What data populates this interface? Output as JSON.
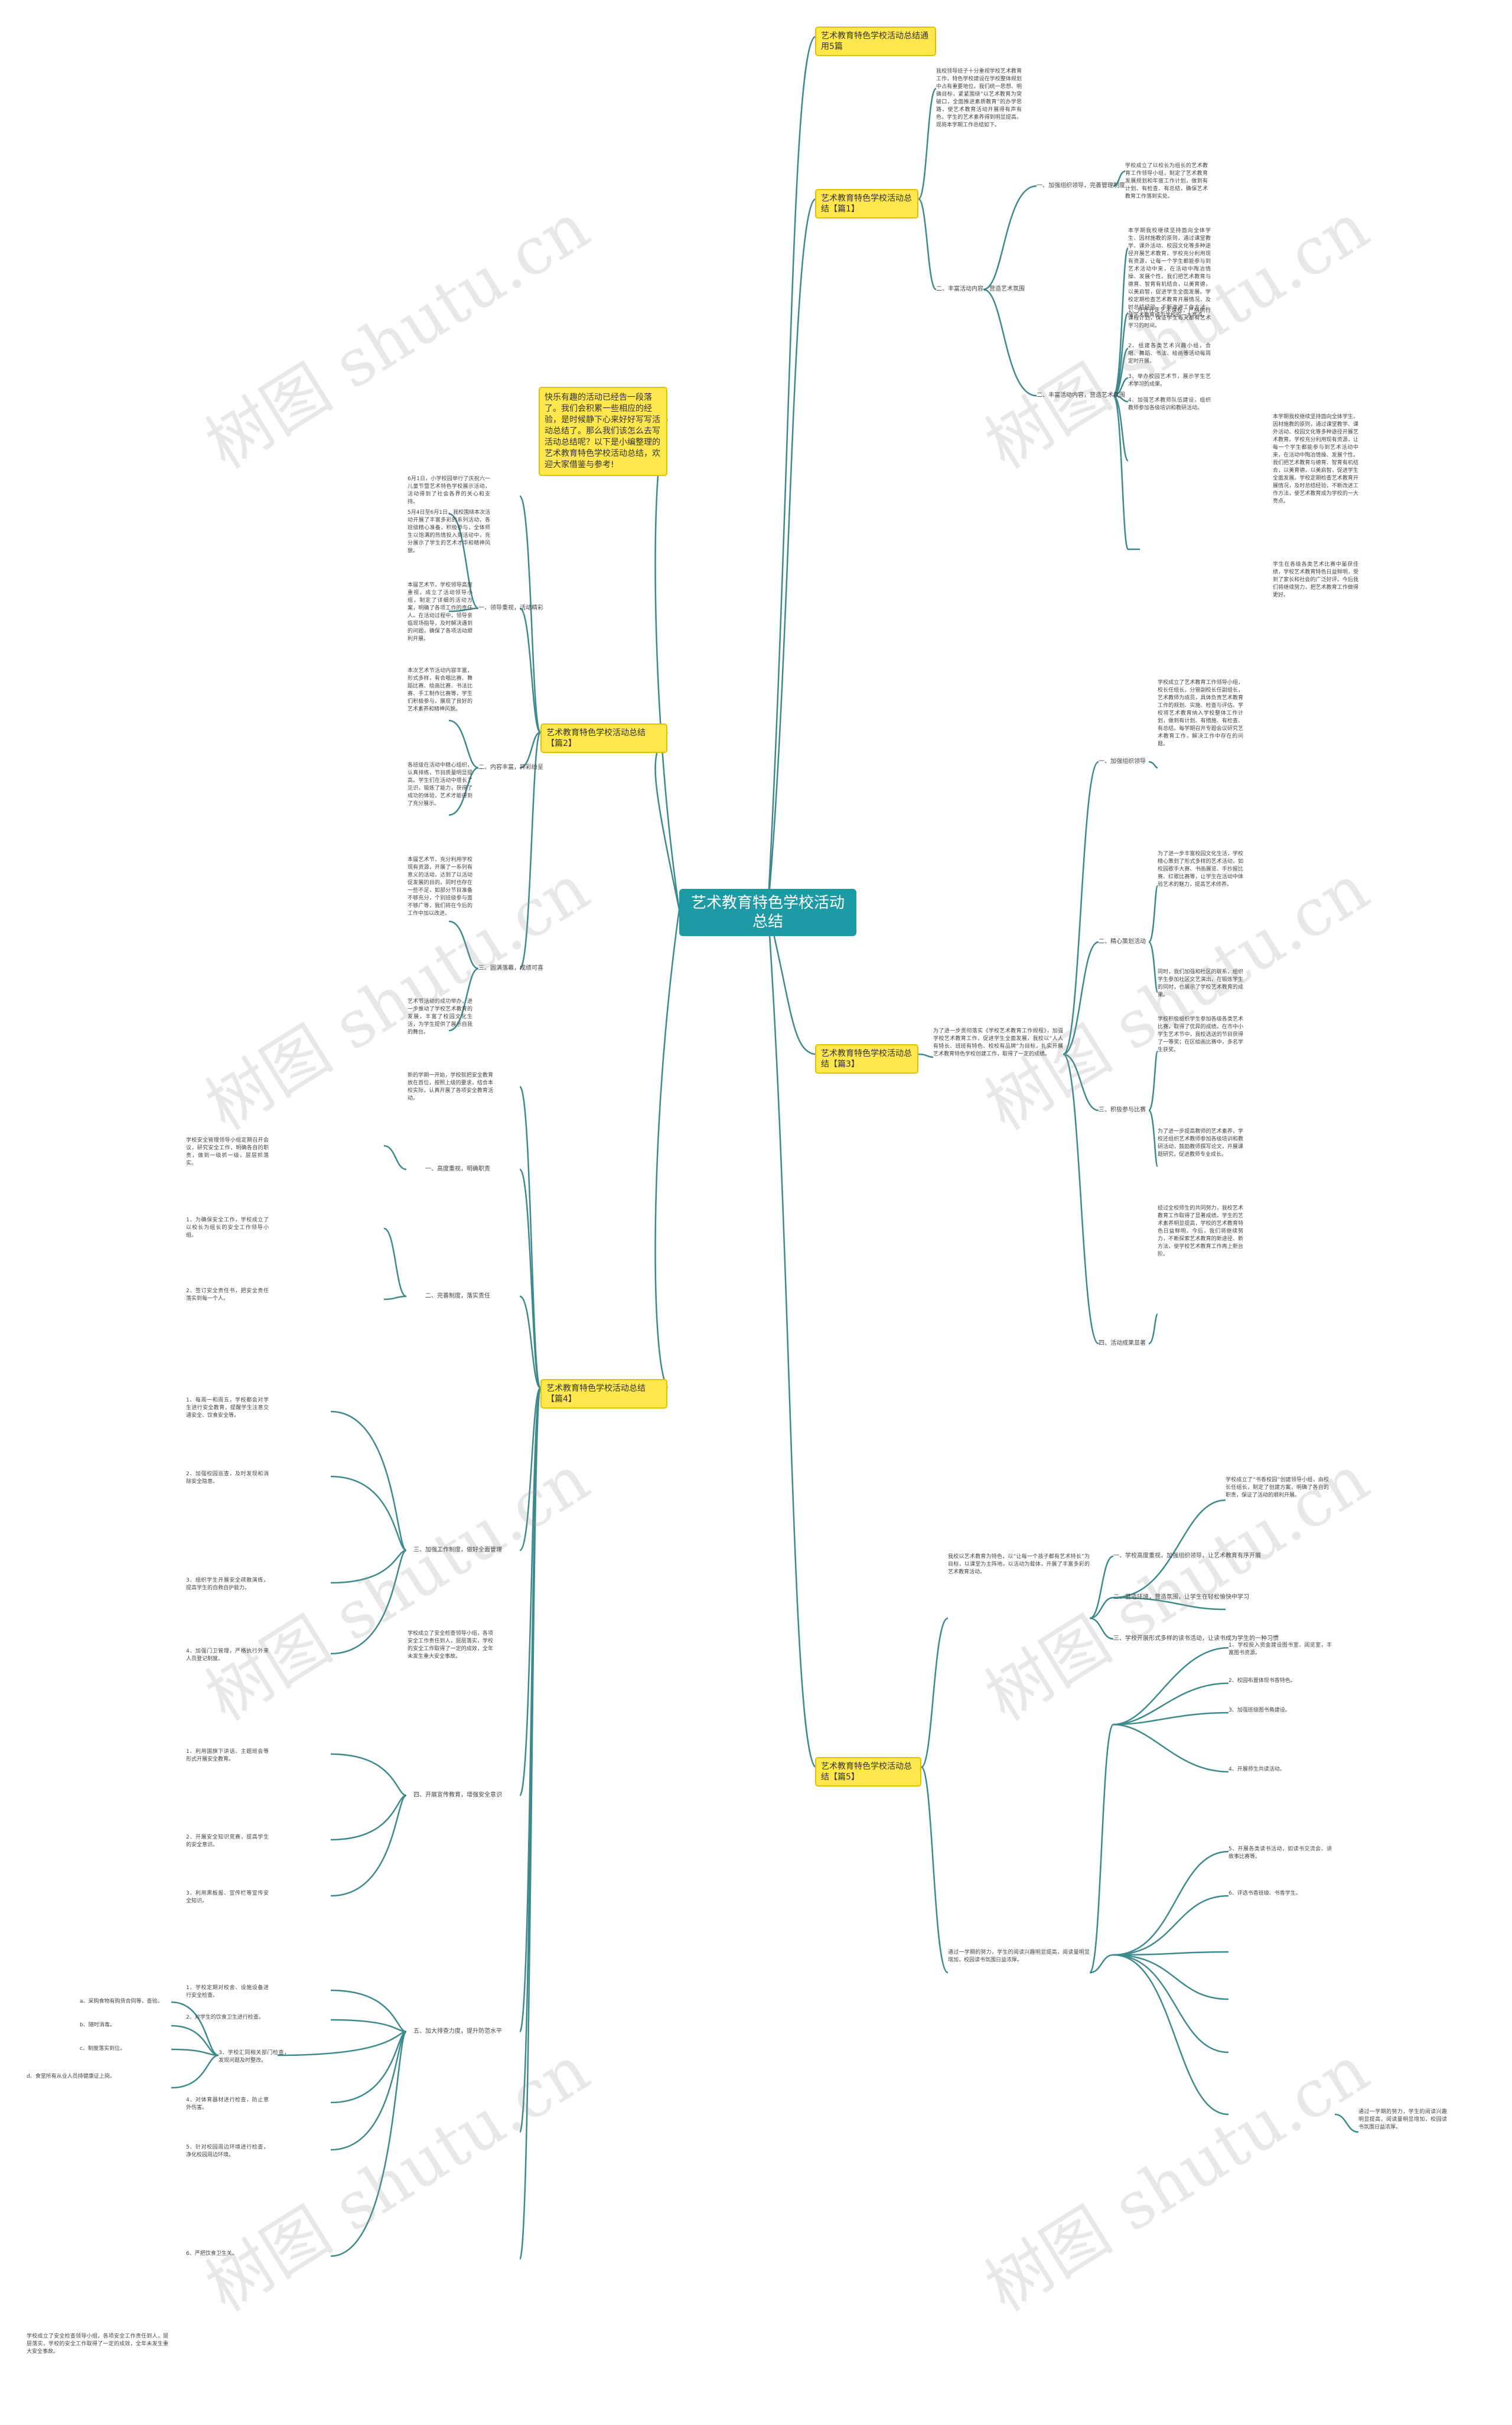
{
  "center": "艺术教育特色学校活动总结",
  "intro": "快乐有趣的活动已经告一段落了。我们会积累一些相应的经验，是时候静下心来好好写写活动总结了。那么我们该怎么去写活动总结呢？以下是小编整理的艺术教育特色学校活动总结，欢迎大家借鉴与参考!",
  "watermark": "树图 shutu.cn",
  "b1": {
    "topic": "艺术教育特色学校活动总结通用5篇"
  },
  "b2": {
    "topic": "艺术教育特色学校活动总结【篇1】",
    "intro": "我校领导班子十分重视学校艺术教育工作，特色学校建设在学校整体规划中占有重要地位。我们统一思想、明确目标，紧紧围绕“以艺术教育为突破口，全面推进素质教育”的办学思路，使艺术教育活动开展得有声有色，学生的艺术素养得到明显提高。现将本学期工作总结如下。",
    "sec1": "一、加强组织领导，完善管理制度",
    "sec1_text": "学校成立了以校长为组长的艺术教育工作领导小组，制定了艺术教育发展规划和年度工作计划，做到有计划、有检查、有总结，确保艺术教育工作落到实处。",
    "sec2": "二、丰富活动内容，营造艺术氛围",
    "items": [
      "1、开齐开足艺术课程，严格执行课程计划，保证学生每天都有艺术学习的时间。",
      "2、组建各类艺术兴趣小组，合唱、舞蹈、书法、绘画等活动每周定时开展。",
      "3、举办校园艺术节，展示学生艺术学习的成果。",
      "4、加强艺术教师队伍建设，组织教师参加各级培训和教研活动。"
    ],
    "long": "本学期我校继续坚持面向全体学生、因材施教的原则，通过课堂教学、课外活动、校园文化等多种途径开展艺术教育。学校充分利用现有资源，让每一个学生都能参与到艺术活动中来，在活动中陶冶情操、发展个性。我们把艺术教育与德育、智育有机结合，以美育德，以美启智，促进学生全面发展。学校定期检查艺术教育开展情况，及时总结经验，不断改进工作方法，使艺术教育成为学校的一大亮点。",
    "long2": "学生在各级各类艺术比赛中屡获佳绩，学校艺术教育特色日益鲜明，受到了家长和社会的广泛好评。今后我们将继续努力，把艺术教育工作做得更好。"
  },
  "b3": {
    "topic": "艺术教育特色学校活动总结【篇2】",
    "intro": "6月1日，小学校园举行了庆祝六一儿童节暨艺术特色学校展示活动，活动得到了社会各界的关心和支持。",
    "para2": "5月4日至6月1日，我校围绕本次活动开展了丰富多彩的系列活动，各班级精心准备，积极参与，全体师生以饱满的热情投入到活动中，充分展示了学生的艺术才华和精神风貌。",
    "sec1": "一、领导重视，活动精彩",
    "sec1_text": "本届艺术节，学校领导高度重视，成立了活动领导小组，制定了详细的活动方案，明确了各项工作的责任人。在活动过程中，领导亲临现场指导，及时解决遇到的问题，确保了各项活动顺利开展。",
    "para4": "本次艺术节活动内容丰富，形式多样，有合唱比赛、舞蹈比赛、绘画比赛、书法比赛、手工制作比赛等，学生们积极参与，展现了良好的艺术素养和精神风貌。",
    "sec2": "二、内容丰富，异彩纷呈",
    "sec2_text": "各班级在活动中精心组织，认真排练，节目质量明显提高。学生们在活动中增长了见识，锻炼了能力，获得了成功的体验，艺术才能得到了充分展示。",
    "para6": "本届艺术节，充分利用学校现有资源，开展了一系列有意义的活动，达到了以活动促发展的目的。同时也存在一些不足，如部分节目准备不够充分，个别班级参与面不够广等，我们将在今后的工作中加以改进。",
    "sec3": "三、圆满落幕，成绩可喜",
    "sec3_text": "艺术节活动的成功举办，进一步推动了学校艺术教育的发展，丰富了校园文化生活，为学生提供了展示自我的舞台。"
  },
  "b4": {
    "topic": "艺术教育特色学校活动总结【篇3】",
    "intro": "为了进一步贯彻落实《学校艺术教育工作规程》，加强学校艺术教育工作，促进学生全面发展，我校以“人人有特长、班班有特色、校校有品牌”为目标，扎实开展艺术教育特色学校创建工作，取得了一定的成绩。",
    "sec1": "一、加强组织领导",
    "sec1_text": "学校成立了艺术教育工作领导小组，校长任组长，分管副校长任副组长，艺术教师为成员，具体负责艺术教育工作的规划、实施、检查与评估。学校将艺术教育纳入学校整体工作计划，做到有计划、有措施、有检查、有总结。每学期召开专题会议研究艺术教育工作，解决工作中存在的问题。",
    "sec2": "二、精心策划活动",
    "sec2_text": "为了进一步丰富校园文化生活，学校精心策划了形式多样的艺术活动，如校园歌手大赛、书画展览、手抄报比赛、红歌比赛等，让学生在活动中体验艺术的魅力，提高艺术修养。",
    "sec2_text2": "同时，我们加强和社区的联系，组织学生参加社区文艺演出，在锻炼学生的同时，也展示了学校艺术教育的成果。",
    "sec3": "三、积极参与比赛",
    "sec3_text": "学校积极组织学生参加各级各类艺术比赛，取得了优异的成绩。在市中小学生艺术节中，我校选送的节目获得了一等奖；在区绘画比赛中，多名学生获奖。",
    "sec3_text2": "为了进一步提高教师的艺术素养，学校还组织艺术教师参加各级培训和教研活动，鼓励教师撰写论文，开展课题研究，促进教师专业成长。",
    "sec4": "四、活动成果显著",
    "sec4_text": "经过全校师生的共同努力，我校艺术教育工作取得了显著成绩。学生的艺术素养明显提高，学校的艺术教育特色日益鲜明。今后，我们将继续努力，不断探索艺术教育的新途径、新方法，使学校艺术教育工作再上新台阶。"
  },
  "b5": {
    "topic": "艺术教育特色学校活动总结【篇4】",
    "intro": "新的学期一开始，学校就把安全教育放在首位，按照上级的要求，结合本校实际，认真开展了各项安全教育活动。",
    "sec1": "一、高度重视，明确职责",
    "sec1_text": "学校安全管理领导小组定期召开会议，研究安全工作，明确各自的职责，做到一级抓一级，层层抓落实。",
    "sec2": "二、完善制度，落实责任",
    "sec2_items": [
      "1、为确保安全工作，学校成立了以校长为组长的安全工作领导小组。",
      "2、签订安全责任书，把安全责任落实到每一个人。"
    ],
    "sec3": "三、加强工作制度，做好全面管理",
    "sec3_items": [
      "1、每周一和周五，学校都会对学生进行安全教育，提醒学生注意交通安全、饮食安全等。",
      "2、加强校园巡查，及时发现和消除安全隐患。",
      "3、组织学生开展安全疏散演练，提高学生的自救自护能力。",
      "4、加强门卫管理，严格执行外来人员登记制度。"
    ],
    "sec4": "四、开展宣传教育，增强安全意识",
    "sec4_items": [
      "1、利用国旗下讲话、主题班会等形式开展安全教育。",
      "2、开展安全知识竞赛，提高学生的安全意识。",
      "3、利用黑板报、宣传栏等宣传安全知识。"
    ],
    "sec5": "五、加大排查力度，提升防范水平",
    "sec5_items": [
      "1、学校定期对校舍、设施设备进行安全检查。",
      "2、对学生的饮食卫生进行检查。",
      "3、学校汇同相关部门检查，发现问题及时整改。",
      "4、对体育器材进行检查，防止意外伤害。",
      "5、针对校园周边环境进行检查，净化校园周边环境。",
      "6、严把饮食卫生关。"
    ],
    "sub": [
      "a、采购食物有购货合同等，查验。",
      "b、随时消毒。",
      "c、制度落实到位。",
      "d、食堂所有从业人员持健康证上岗。"
    ],
    "bottom": "学校成立了安全检查领导小组，各项安全工作责任到人，层层落实，学校的安全工作取得了一定的成效，全年未发生重大安全事故。"
  },
  "b6": {
    "topic": "艺术教育特色学校活动总结【篇5】",
    "intro": "我校以艺术教育为特色，以“让每一个孩子都有艺术特长”为目标，以课堂为主阵地，以活动为载体，开展了丰富多彩的艺术教育活动。",
    "s1": "一、学校高度重视，加强组织领导，让艺术教育有序开展",
    "s1_text": "学校成立了“书香校园”创建领导小组，由校长任组长，制定了创建方案，明确了各自的职责，保证了活动的顺利开展。",
    "s2": "二、营造环境，营造氛围，让学生在轻松愉快中学习",
    "items": [
      "1、学校投入资金建设图书室、阅览室，丰富图书资源。",
      "2、校园布置体现书香特色。",
      "3、加强班级图书角建设。",
      "4、开展师生共读活动。",
      "5、开展各类读书活动，如读书交流会、讲故事比赛等。",
      "6、评选书香班级、书香学生。"
    ],
    "s3": "三、学校开展形式多样的读书活动，让读书成为学生的一种习惯",
    "conclusion": "通过一学期的努力，学生的阅读兴趣明显提高，阅读量明显增加，校园读书氛围日益浓厚。"
  }
}
